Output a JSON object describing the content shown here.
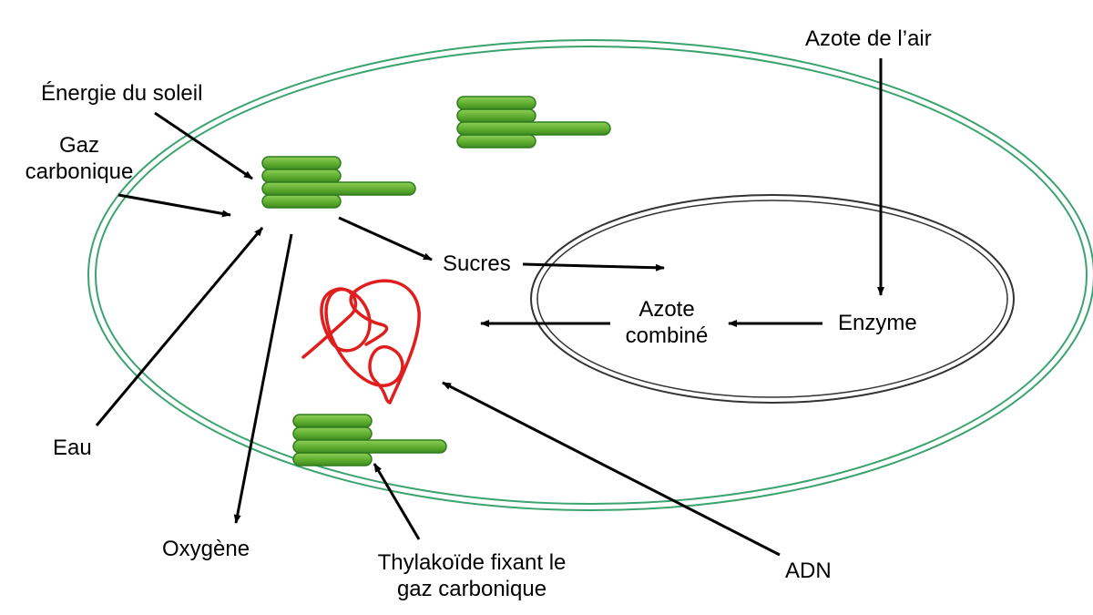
{
  "labels": {
    "energie_soleil": "Énergie du soleil",
    "gaz_carbonique_1": "Gaz",
    "gaz_carbonique_2": "carbonique",
    "eau": "Eau",
    "oxygene": "Oxygène",
    "sucres": "Sucres",
    "azote_combine_1": "Azote",
    "azote_combine_2": "combiné",
    "enzyme": "Enzyme",
    "azote_air": "Azote de l’air",
    "adn": "ADN",
    "thylakoide_1": "Thylakoïde fixant le",
    "thylakoide_2": "gaz carbonique"
  },
  "colors": {
    "cell_membrane": "#3aa36e",
    "thylakoid_fill": "#6cb83a",
    "thylakoid_stroke": "#2e7d1a",
    "dna": "#e01e1e",
    "nucleus": "#333333",
    "arrow": "#000000"
  }
}
